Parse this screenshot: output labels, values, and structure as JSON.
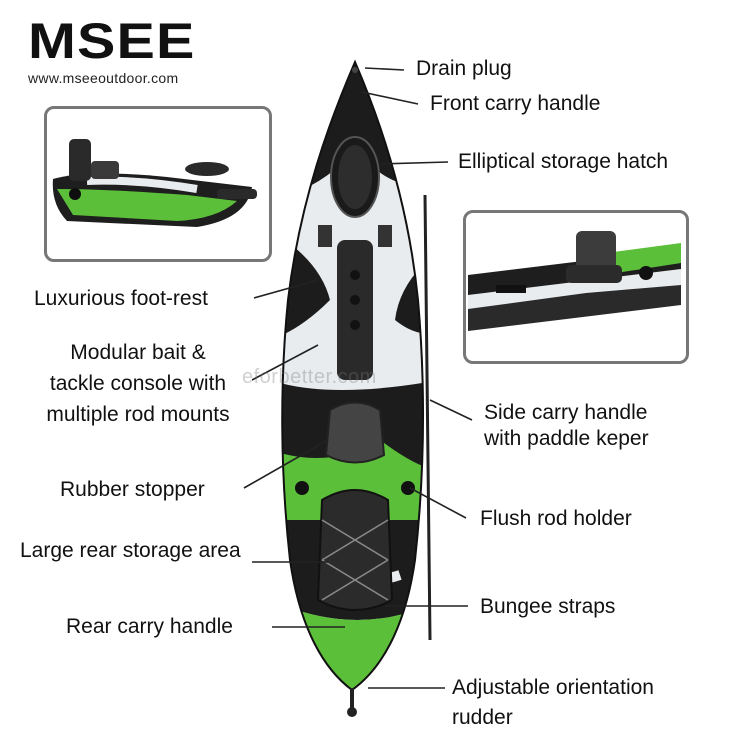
{
  "brand": {
    "logo_text": "MSEE",
    "url": "www.mseeoutdoor.com"
  },
  "watermark": "eforbetter.com",
  "callouts": {
    "drain_plug": "Drain plug",
    "front_carry_handle": "Front carry handle",
    "elliptical_storage_hatch": "Elliptical storage hatch",
    "luxurious_foot_rest": "Luxurious foot-rest",
    "modular_console": [
      "Modular bait &",
      "tackle console with",
      "multiple rod mounts"
    ],
    "side_carry_handle": [
      "Side carry handle",
      "with paddle keper"
    ],
    "rubber_stopper": "Rubber stopper",
    "flush_rod_holder": "Flush rod holder",
    "large_rear_storage": "Large rear storage area",
    "bungee_straps": "Bungee straps",
    "rear_carry_handle": "Rear carry handle",
    "rudder": [
      "Adjustable orientation",
      "rudder"
    ]
  },
  "colors": {
    "kayak_green": "#5cbf3a",
    "kayak_black": "#1c1c1c",
    "kayak_white": "#e9ecef",
    "inset_border": "#777777"
  }
}
